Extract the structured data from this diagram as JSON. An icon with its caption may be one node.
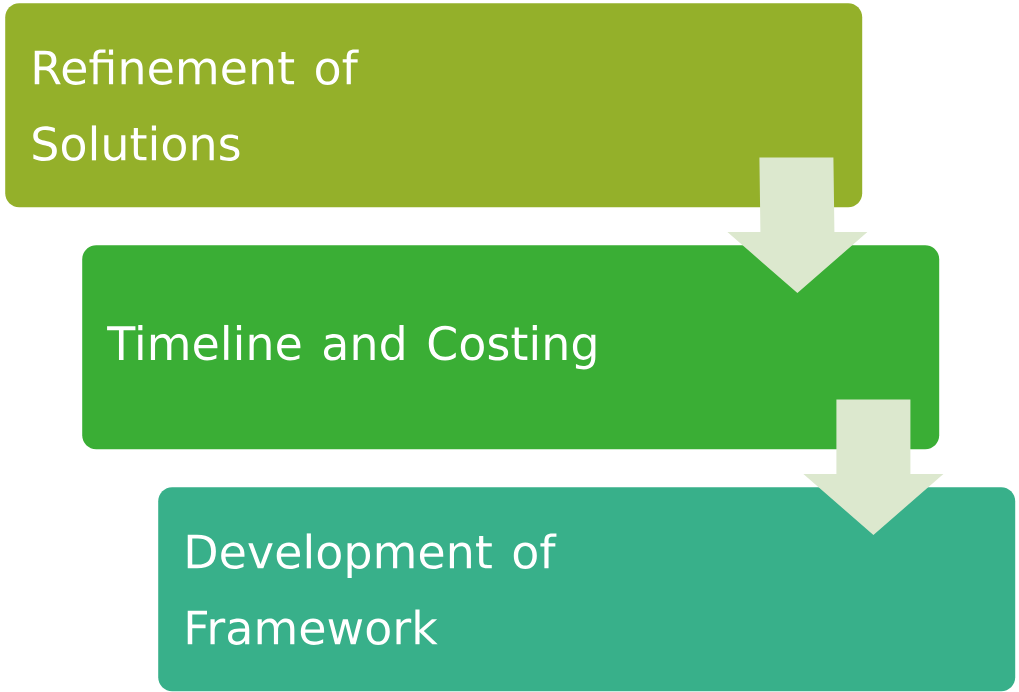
{
  "diagram": {
    "nodes": [
      {
        "text": [
          "Refinement of Solutions"
        ]
      },
      {
        "text": [
          "Timeline and Costing"
        ]
      },
      {
        "text": [
          "Development of Framework"
        ]
      }
    ],
    "edges": [
      {
        "from": 0,
        "to": 1,
        "arrow": "to"
      },
      {
        "from": 1,
        "to": 2,
        "arrow": "to"
      }
    ]
  }
}
